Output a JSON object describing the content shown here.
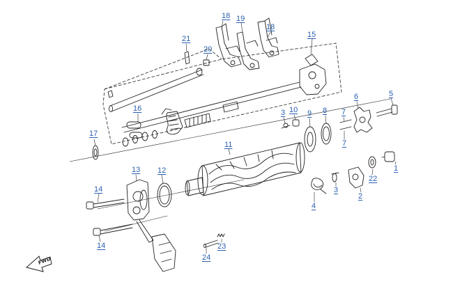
{
  "diagram": {
    "fwd_label": "FWD",
    "callouts": [
      "18",
      "19",
      "18",
      "21",
      "20",
      "15",
      "16",
      "17",
      "3",
      "10",
      "9",
      "8",
      "7",
      "6",
      "5",
      "7",
      "11",
      "13",
      "12",
      "14",
      "22",
      "1",
      "4",
      "3",
      "2",
      "14",
      "23",
      "24"
    ]
  }
}
